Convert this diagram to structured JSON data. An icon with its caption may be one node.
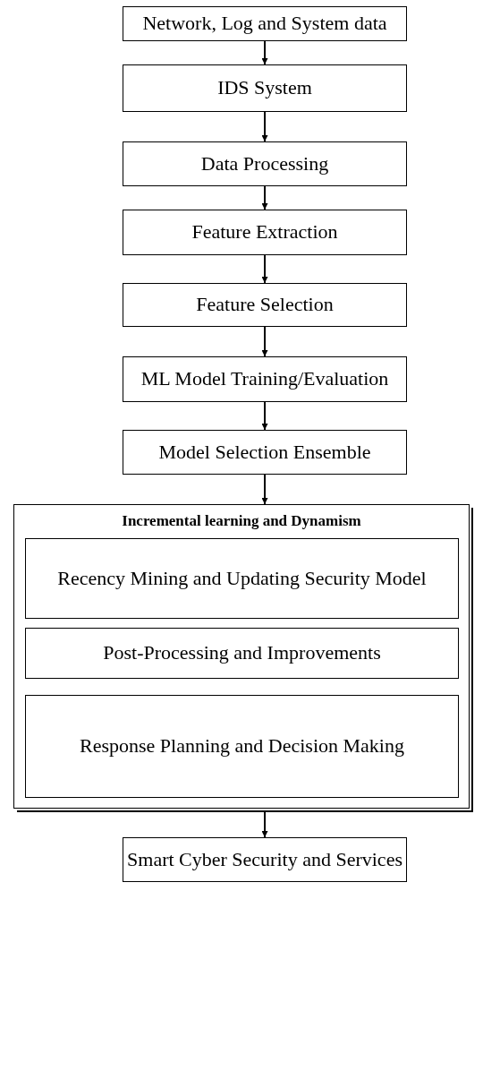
{
  "diagram": {
    "nodes": [
      {
        "text": [
          "Network, Log and System data"
        ]
      },
      {
        "text": [
          "IDS System"
        ]
      },
      {
        "text": [
          "Data Processing"
        ]
      },
      {
        "text": [
          "Feature Extraction"
        ]
      },
      {
        "text": [
          "Feature Selection"
        ]
      },
      {
        "text": [
          "ML Model Training/Evaluation"
        ]
      },
      {
        "text": [
          "Model Selection Ensemble"
        ]
      },
      {
        "text": [
          "Incremental learning and Dynamism"
        ]
      },
      {
        "text": [
          "Recency Mining and Updating Security Model"
        ],
        "in": 7
      },
      {
        "text": [
          "Post-Processing and Improvements"
        ],
        "in": 7
      },
      {
        "text": [
          "Response Planning and Decision Making"
        ],
        "in": 7
      },
      {
        "text": [
          "Smart Cyber Security and Services"
        ]
      }
    ],
    "edges": [
      {
        "from": 0,
        "to": 1,
        "arrow": "to"
      },
      {
        "from": 1,
        "to": 2,
        "arrow": "to"
      },
      {
        "from": 2,
        "to": 3,
        "arrow": "to"
      },
      {
        "from": 3,
        "to": 4,
        "arrow": "to"
      },
      {
        "from": 4,
        "to": 5,
        "arrow": "to"
      },
      {
        "from": 5,
        "to": 6,
        "arrow": "to"
      },
      {
        "from": 6,
        "to": 7,
        "arrow": "to"
      },
      {
        "from": 7,
        "to": 11,
        "arrow": "to"
      }
    ]
  }
}
